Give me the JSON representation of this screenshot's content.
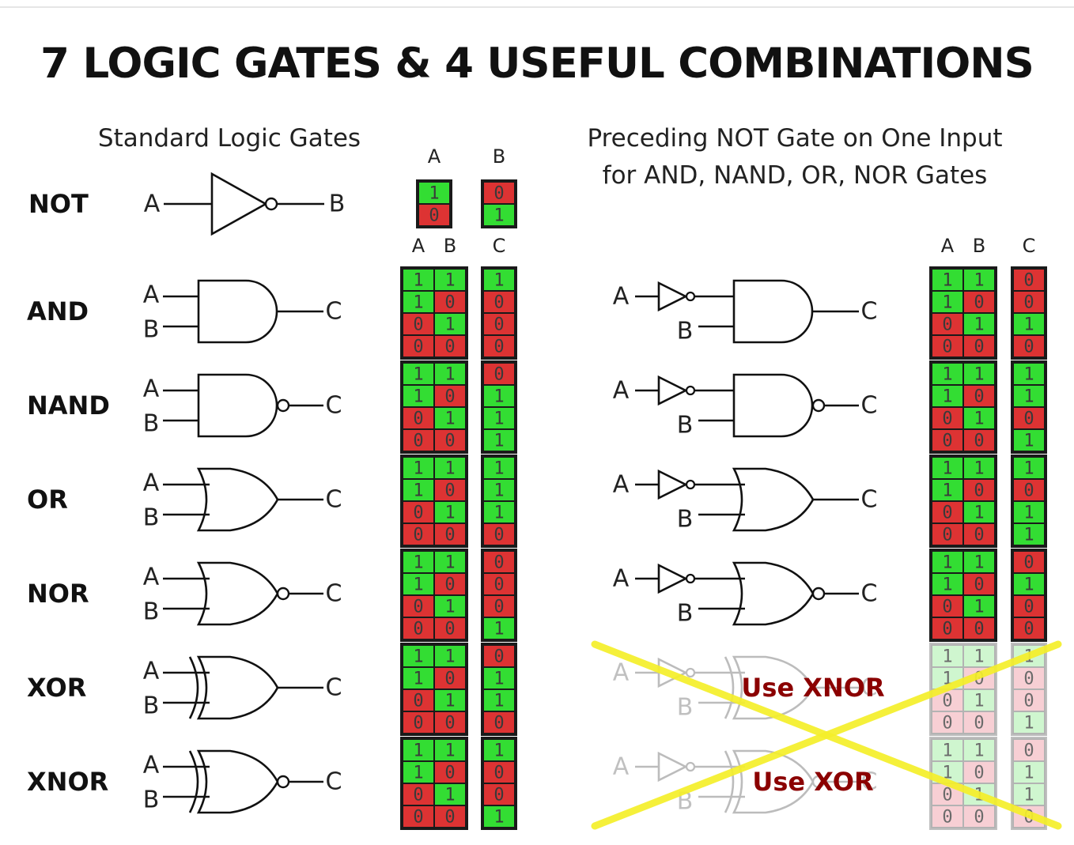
{
  "title": "7 LOGIC GATES & 4 USEFUL COMBINATIONS",
  "left_heading": "Standard Logic Gates",
  "right_heading": [
    "Preceding NOT Gate on One Input",
    "for AND, NAND, OR, NOR Gates"
  ],
  "colors": {
    "one": "#33dd33",
    "zero": "#dd3333",
    "one_light": "#bff3bf",
    "zero_light": "#f5c0c6",
    "border": "#1a1a1a",
    "strike": "#f5ef2a"
  },
  "pins": {
    "a": "A",
    "b": "B",
    "c": "C"
  },
  "not_gate": {
    "name": "NOT",
    "in_header": "A",
    "out_header": "B",
    "inputs": [
      1,
      0
    ],
    "outputs": [
      0,
      1
    ]
  },
  "table_headers": {
    "a": "A",
    "b": "B",
    "c": "C"
  },
  "input_rows": [
    [
      1,
      1
    ],
    [
      1,
      0
    ],
    [
      0,
      1
    ],
    [
      0,
      0
    ]
  ],
  "gates": [
    {
      "name": "AND",
      "type": "and",
      "outputs": [
        1,
        0,
        0,
        0
      ]
    },
    {
      "name": "NAND",
      "type": "nand",
      "outputs": [
        0,
        1,
        1,
        1
      ]
    },
    {
      "name": "OR",
      "type": "or",
      "outputs": [
        1,
        1,
        1,
        0
      ]
    },
    {
      "name": "NOR",
      "type": "nor",
      "outputs": [
        0,
        0,
        0,
        1
      ]
    },
    {
      "name": "XOR",
      "type": "xor",
      "outputs": [
        0,
        1,
        1,
        0
      ]
    },
    {
      "name": "XNOR",
      "type": "xnor",
      "outputs": [
        1,
        0,
        0,
        1
      ]
    }
  ],
  "combinations": [
    {
      "type": "and",
      "outputs": [
        0,
        0,
        1,
        0
      ]
    },
    {
      "type": "nand",
      "outputs": [
        1,
        1,
        0,
        1
      ]
    },
    {
      "type": "or",
      "outputs": [
        1,
        0,
        1,
        1
      ]
    },
    {
      "type": "nor",
      "outputs": [
        0,
        1,
        0,
        0
      ]
    },
    {
      "type": "xor",
      "outputs": [
        1,
        0,
        0,
        1
      ],
      "faded": true,
      "label": "Use XNOR"
    },
    {
      "type": "xnor",
      "outputs": [
        0,
        1,
        1,
        0
      ],
      "faded": true,
      "label": "Use XOR"
    }
  ]
}
